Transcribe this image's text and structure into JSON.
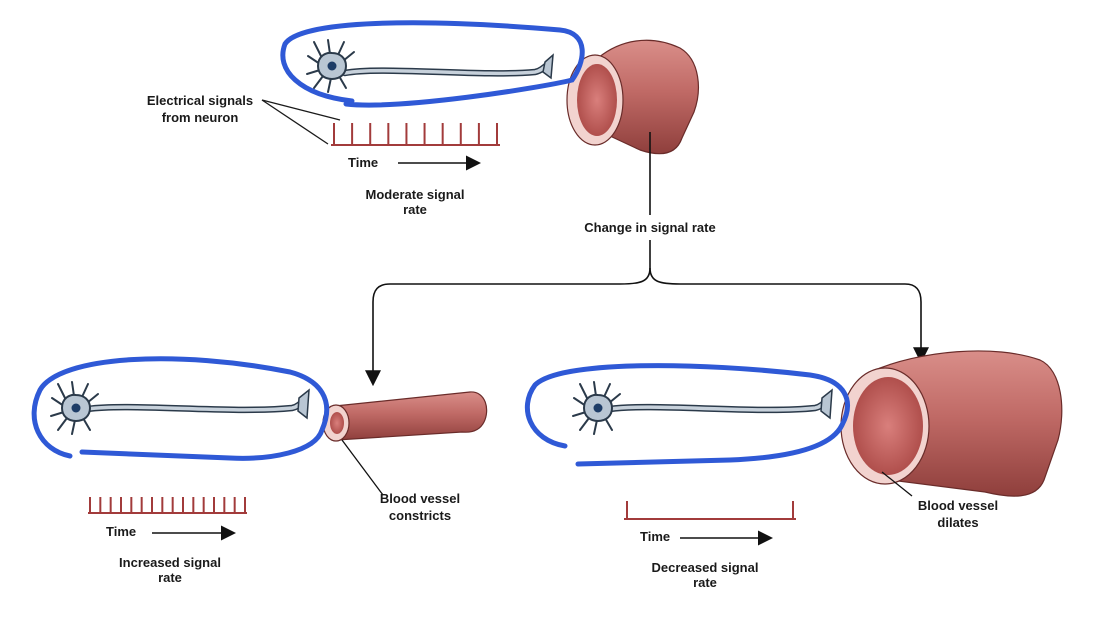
{
  "top": {
    "signal_label_line1": "Electrical signals",
    "signal_label_line2": "from neuron",
    "time_label": "Time",
    "rate_line1": "Moderate signal",
    "rate_line2": "rate"
  },
  "branch_label": "Change in signal rate",
  "left": {
    "time_label": "Time",
    "rate_line1": "Increased signal",
    "rate_line2": "rate",
    "vessel_line1": "Blood vessel",
    "vessel_line2": "constricts"
  },
  "right": {
    "time_label": "Time",
    "rate_line1": "Decreased signal",
    "rate_line2": "rate",
    "vessel_line1": "Blood vessel",
    "vessel_line2": "dilates"
  },
  "colors": {
    "annotation_blue": "#2f59d6",
    "spike_red": "#a23b3b",
    "neuron_fill": "#b9c6d3",
    "vessel_fill": "#c9706c"
  }
}
